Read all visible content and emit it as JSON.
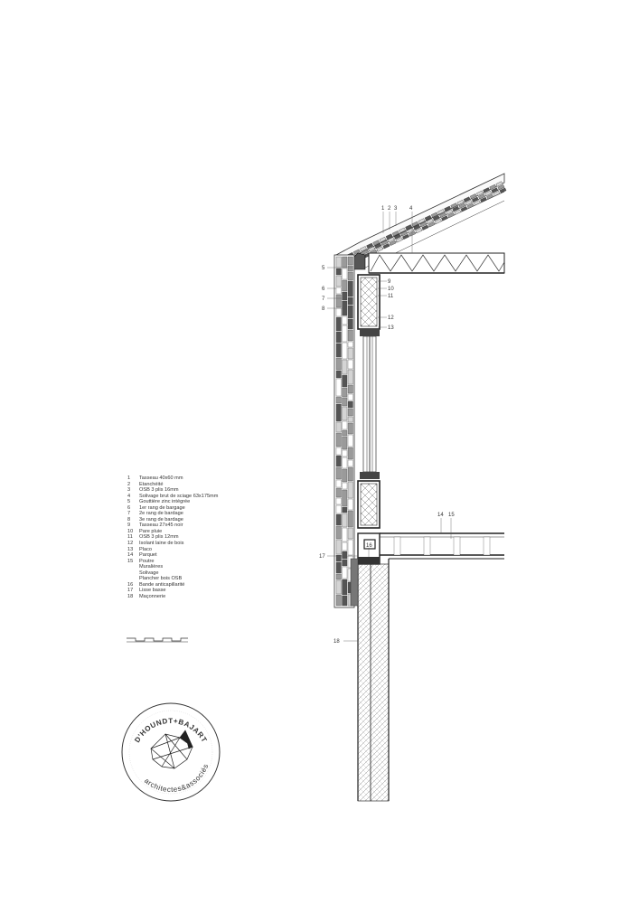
{
  "legend": [
    {
      "num": "1",
      "text": "Tasseau 40x60 mm"
    },
    {
      "num": "2",
      "text": "Etanchéité"
    },
    {
      "num": "3",
      "text": "OSB 3 plis 16mm"
    },
    {
      "num": "4",
      "text": "Solivage brut de sciage 63x175mm"
    },
    {
      "num": "5",
      "text": "Gouttière zinc intégrée"
    },
    {
      "num": "6",
      "text": "1er rang de bargage"
    },
    {
      "num": "7",
      "text": "2e rang de bardage"
    },
    {
      "num": "8",
      "text": "3e rang de bardage"
    },
    {
      "num": "9",
      "text": "Tasseau 27x45 noir"
    },
    {
      "num": "10",
      "text": "Pare pluie"
    },
    {
      "num": "11",
      "text": "OSB 3 plis 12mm"
    },
    {
      "num": "12",
      "text": "Isolant laine de bois"
    },
    {
      "num": "13",
      "text": "Placo"
    },
    {
      "num": "14",
      "text": "Parquet"
    },
    {
      "num": "15",
      "text": "Poutre"
    },
    {
      "num": "",
      "text": "Muralières"
    },
    {
      "num": "",
      "text": "Solivage"
    },
    {
      "num": "",
      "text": "Plancher bois OSB"
    },
    {
      "num": "16",
      "text": "Bande anticapillarité"
    },
    {
      "num": "17",
      "text": "Lisse basse"
    },
    {
      "num": "18",
      "text": "Maçonnerie"
    }
  ],
  "callouts": {
    "c1": "1",
    "c2": "2",
    "c3": "3",
    "c4": "4",
    "c5": "5",
    "c6": "6",
    "c7": "7",
    "c8": "8",
    "c9": "9",
    "c10": "10",
    "c11": "11",
    "c12": "12",
    "c13": "13",
    "c14": "14",
    "c15": "15",
    "c16": "16",
    "c17": "17",
    "c18": "18"
  },
  "logo": {
    "text_top": "D'HOUNDT+BAJART",
    "text_bottom": "architectes&associés"
  },
  "colors": {
    "line": "#333333",
    "dark_block": "#555555",
    "mid_block": "#9a9a9a",
    "light_block": "#d4d4d4"
  }
}
